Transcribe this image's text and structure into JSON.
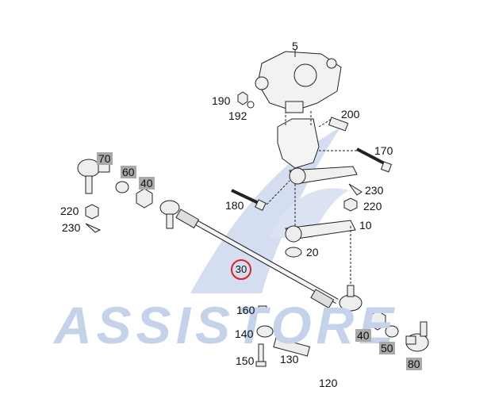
{
  "watermark": {
    "text": "ASSISTORE",
    "color": "#c4d2ea"
  },
  "labels": [
    {
      "id": "p5",
      "text": "5"
    },
    {
      "id": "p190",
      "text": "190"
    },
    {
      "id": "p192",
      "text": "192"
    },
    {
      "id": "p200",
      "text": "200"
    },
    {
      "id": "p170",
      "text": "170"
    },
    {
      "id": "p70",
      "text": "70"
    },
    {
      "id": "p60",
      "text": "60"
    },
    {
      "id": "p40a",
      "text": "40"
    },
    {
      "id": "p220a",
      "text": "220"
    },
    {
      "id": "p230a",
      "text": "230"
    },
    {
      "id": "p180",
      "text": "180"
    },
    {
      "id": "p230b",
      "text": "230"
    },
    {
      "id": "p220b",
      "text": "220"
    },
    {
      "id": "p10",
      "text": "10"
    },
    {
      "id": "p20",
      "text": "20"
    },
    {
      "id": "p160",
      "text": "160"
    },
    {
      "id": "p140",
      "text": "140"
    },
    {
      "id": "p130",
      "text": "130"
    },
    {
      "id": "p150",
      "text": "150"
    },
    {
      "id": "p40b",
      "text": "40"
    },
    {
      "id": "p50",
      "text": "50"
    },
    {
      "id": "p80",
      "text": "80"
    },
    {
      "id": "p120",
      "text": "120"
    }
  ],
  "selected_part": {
    "text": "30",
    "color": "#e02020"
  },
  "colors": {
    "highlight_box": "#a9a9a9",
    "line": "#222222"
  }
}
